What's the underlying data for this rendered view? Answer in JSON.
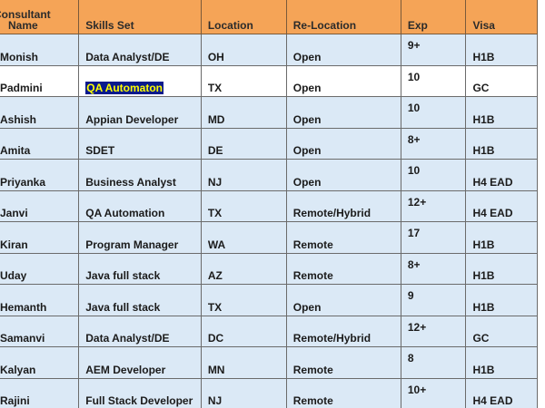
{
  "table": {
    "headers": {
      "consultant": "Consultant Name",
      "skills": "Skills Set",
      "location": "Location",
      "relocation": "Re-Location",
      "exp": "Exp",
      "visa": "Visa"
    },
    "rows": [
      {
        "name": "Monish",
        "skills": "Data Analyst/DE",
        "location": "OH",
        "relocation": "Open",
        "exp": "9+",
        "visa": "H1B"
      },
      {
        "name": "Padmini",
        "skills": "QA Automaton",
        "location": "TX",
        "relocation": "Open",
        "exp": "10",
        "visa": "GC",
        "highlight_skill": true
      },
      {
        "name": "Ashish",
        "skills": "Appian Developer",
        "location": "MD",
        "relocation": "Open",
        "exp": "10",
        "visa": "H1B"
      },
      {
        "name": "Amita",
        "skills": "SDET",
        "location": "DE",
        "relocation": "Open",
        "exp": "8+",
        "visa": "H1B"
      },
      {
        "name": "Priyanka",
        "skills": "Business Analyst",
        "location": "NJ",
        "relocation": "Open",
        "exp": "10",
        "visa": "H4 EAD"
      },
      {
        "name": "Janvi",
        "skills": "QA Automation",
        "location": "TX",
        "relocation": "Remote/Hybrid",
        "exp": "12+",
        "visa": "H4 EAD"
      },
      {
        "name": "Kiran",
        "skills": "Program Manager",
        "location": "WA",
        "relocation": "Remote",
        "exp": "17",
        "visa": "H1B"
      },
      {
        "name": "Uday",
        "skills": "Java full stack",
        "location": "AZ",
        "relocation": "Remote",
        "exp": "8+",
        "visa": "H1B"
      },
      {
        "name": "Hemanth",
        "skills": "Java full stack",
        "location": "TX",
        "relocation": "Open",
        "exp": "9",
        "visa": "H1B"
      },
      {
        "name": "Samanvi",
        "skills": "Data Analyst/DE",
        "location": "DC",
        "relocation": "Remote/Hybrid",
        "exp": "12+",
        "visa": "GC"
      },
      {
        "name": "Kalyan",
        "skills": "AEM Developer",
        "location": "MN",
        "relocation": "Remote",
        "exp": "8",
        "visa": "H1B"
      },
      {
        "name": "Rajini",
        "skills": "Full Stack Developer",
        "location": "NJ",
        "relocation": "Remote",
        "exp": "10+",
        "visa": "H4 EAD"
      }
    ]
  },
  "colors": {
    "header_bg": "#f5a457",
    "row_bg": "#dbe9f6",
    "highlight_bg": "#0a1a8c",
    "highlight_text": "#ffff00"
  }
}
